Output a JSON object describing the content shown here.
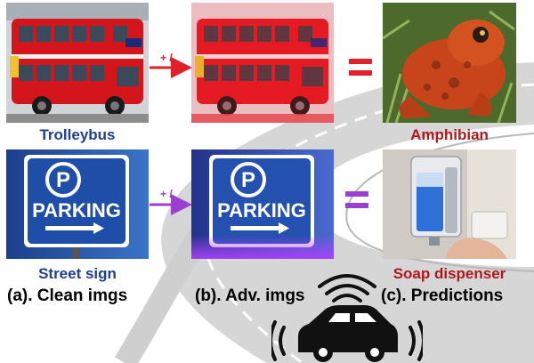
{
  "labels": {
    "clean_top": "Trolleybus",
    "clean_bottom": "Street sign",
    "pred_top": "Amphibian",
    "pred_bottom": "Soap dispenser"
  },
  "captions": {
    "clean": "(a). Clean imgs",
    "adv": "(b). Adv. imgs",
    "pred": "(c). Predictions"
  },
  "operators": {
    "top": "+ /",
    "bottom": "+ /"
  },
  "sign_text": {
    "letter": "P",
    "word": "PARKING"
  },
  "colors": {
    "blue_label": "#1f3f95",
    "red_label": "#b0181c",
    "top_accent": "#e0202a",
    "bottom_accent": "#9a3fcf"
  }
}
